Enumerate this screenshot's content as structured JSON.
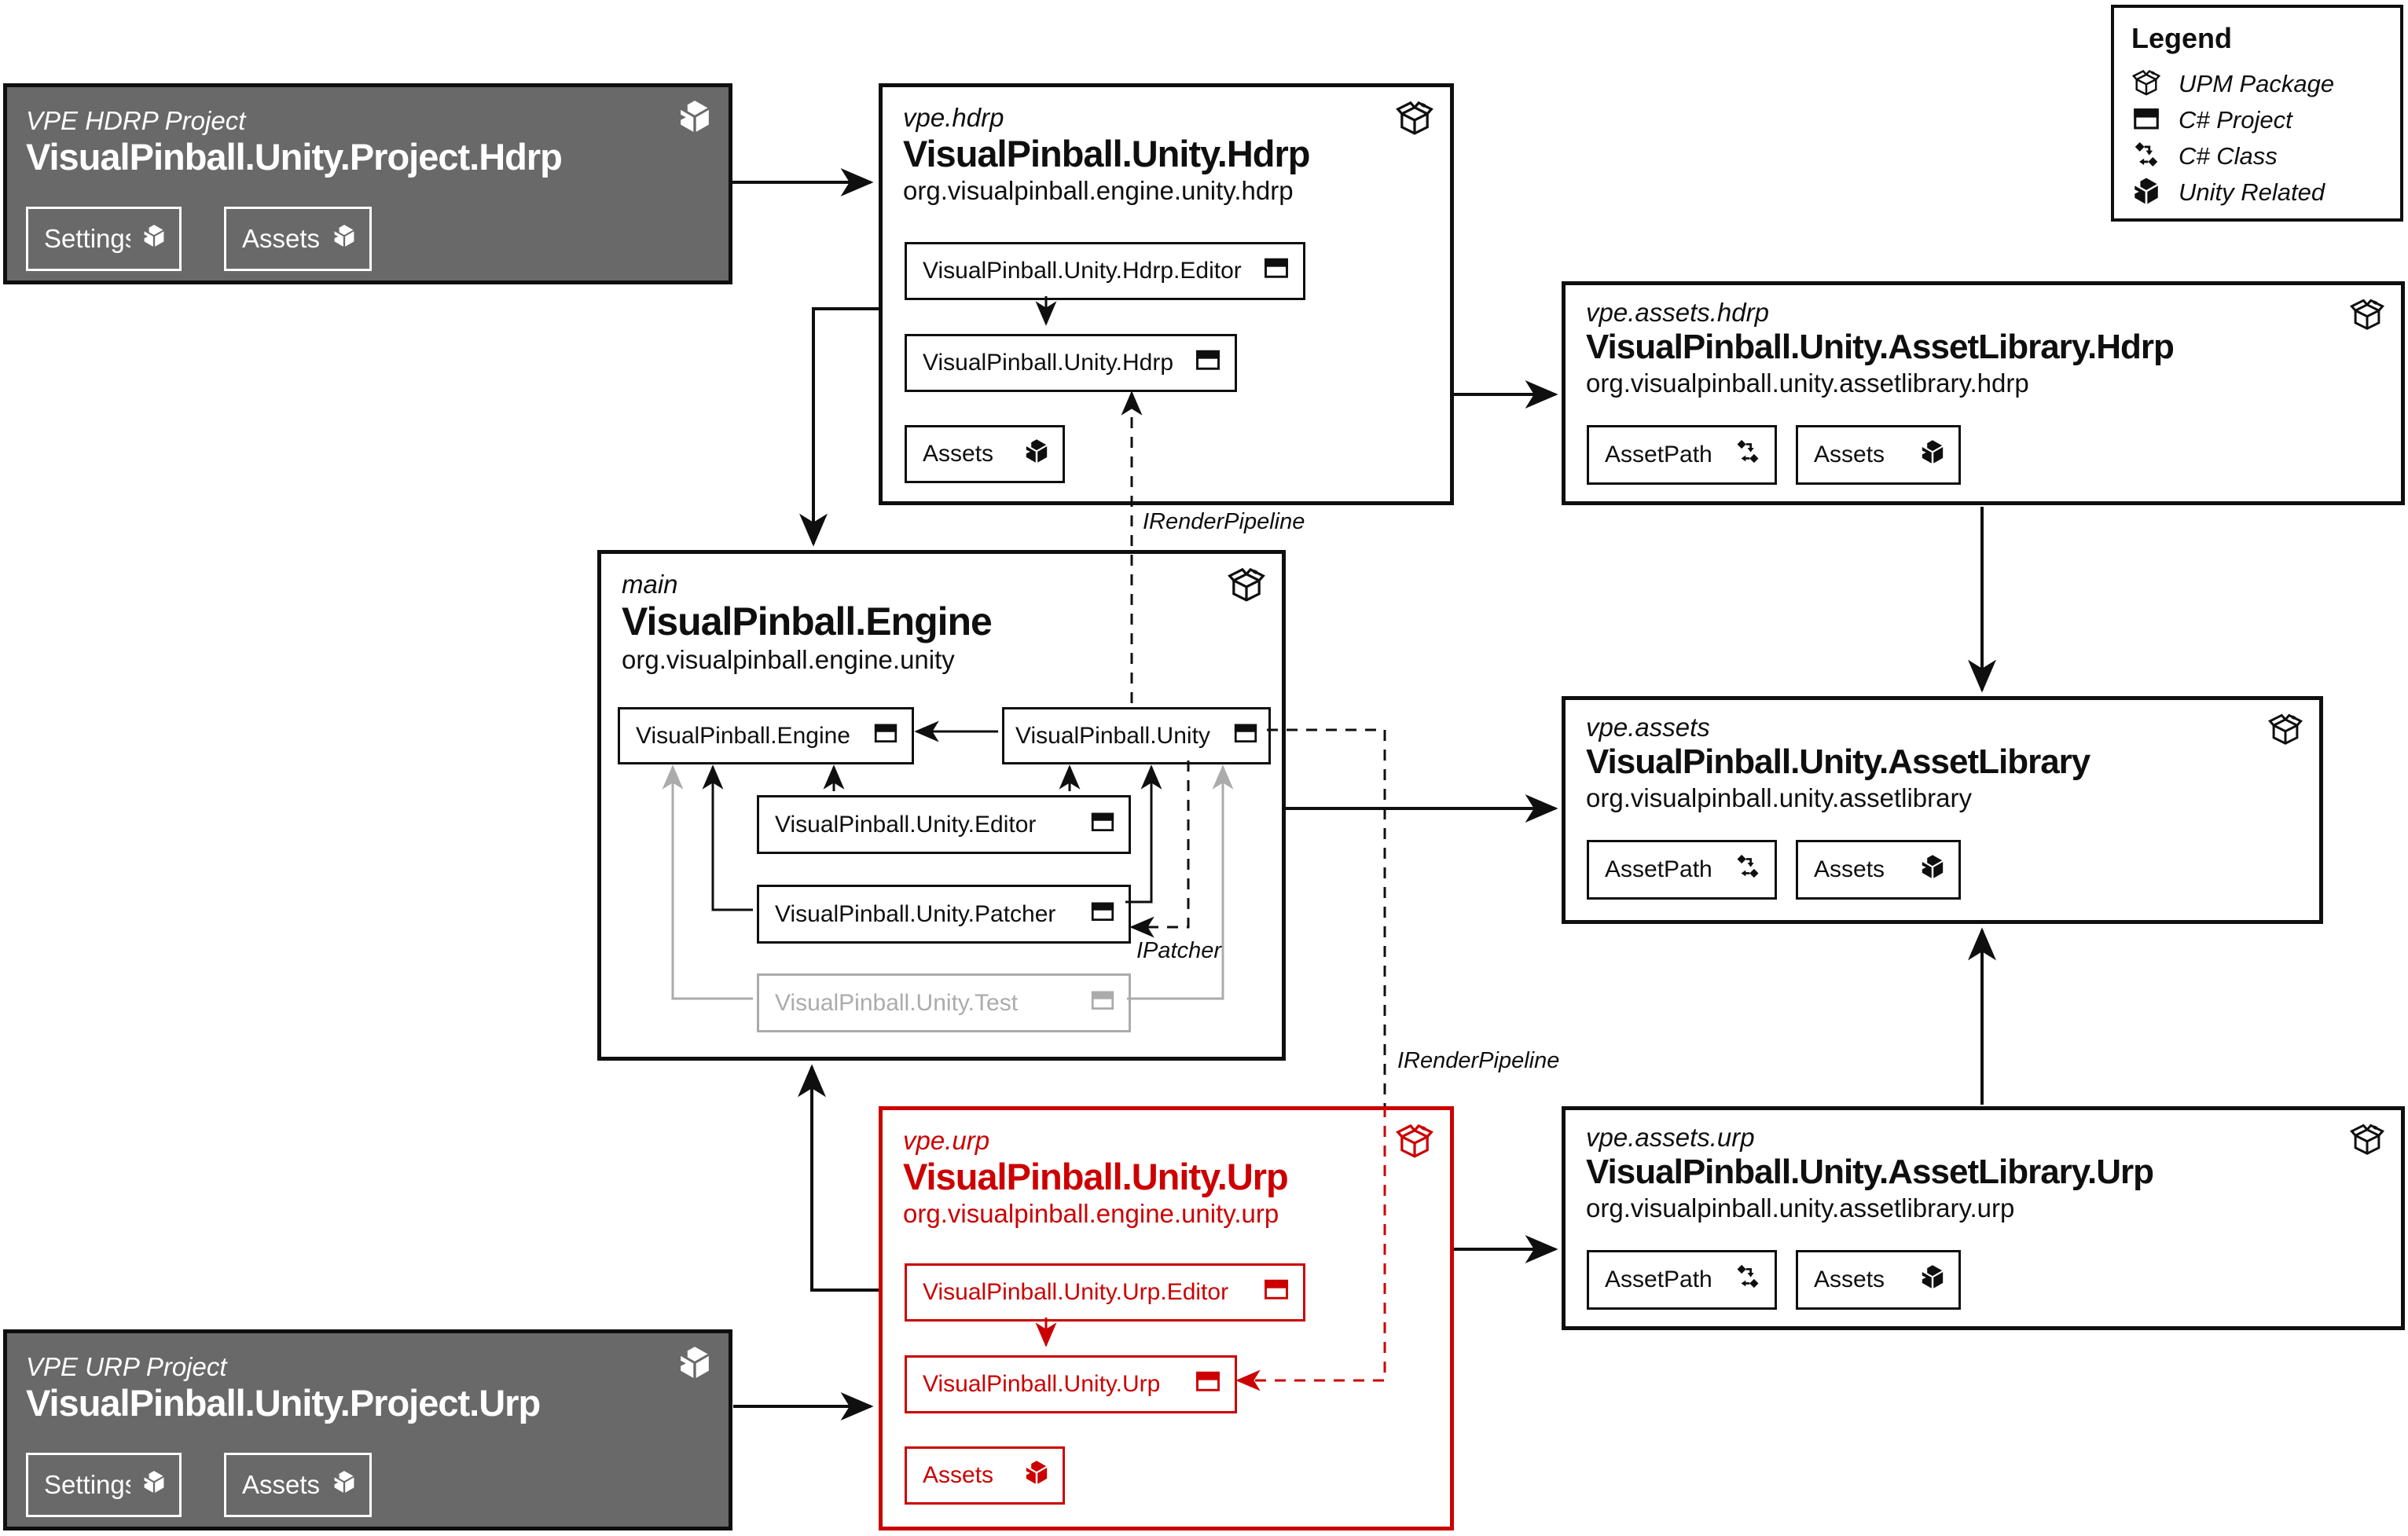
{
  "colors": {
    "accent_red": "#cc0000",
    "project_gray": "#696969",
    "muted_gray": "#ababab",
    "line_black": "#0f0f0f"
  },
  "legend": {
    "title": "Legend",
    "items": [
      {
        "icon": "upm-package-icon",
        "label": "UPM Package"
      },
      {
        "icon": "csharp-project-icon",
        "label": "C# Project"
      },
      {
        "icon": "csharp-class-icon",
        "label": "C# Class"
      },
      {
        "icon": "unity-icon",
        "label": "Unity Related"
      }
    ]
  },
  "packages": {
    "hdrp_project": {
      "eyebrow": "VPE HDRP Project",
      "title": "VisualPinball.Unity.Project.Hdrp",
      "items": [
        {
          "label": "Settings",
          "icon": "unity-icon"
        },
        {
          "label": "Assets",
          "icon": "unity-icon"
        }
      ]
    },
    "vpe_hdrp": {
      "eyebrow": "vpe.hdrp",
      "title": "VisualPinball.Unity.Hdrp",
      "org": "org.visualpinball.engine.unity.hdrp",
      "items": [
        {
          "label": "VisualPinball.Unity.Hdrp.Editor",
          "icon": "csharp-project-icon"
        },
        {
          "label": "VisualPinball.Unity.Hdrp",
          "icon": "csharp-project-icon"
        },
        {
          "label": "Assets",
          "icon": "unity-icon"
        }
      ]
    },
    "vpe_assets_hdrp": {
      "eyebrow": "vpe.assets.hdrp",
      "title": "VisualPinball.Unity.AssetLibrary.Hdrp",
      "org": "org.visualpinball.unity.assetlibrary.hdrp",
      "items": [
        {
          "label": "AssetPath",
          "icon": "csharp-class-icon"
        },
        {
          "label": "Assets",
          "icon": "unity-icon"
        }
      ]
    },
    "main": {
      "eyebrow": "main",
      "title": "VisualPinball.Engine",
      "org": "org.visualpinball.engine.unity",
      "items": [
        {
          "label": "VisualPinball.Engine",
          "icon": "csharp-project-icon"
        },
        {
          "label": "VisualPinball.Unity",
          "icon": "csharp-project-icon"
        },
        {
          "label": "VisualPinball.Unity.Editor",
          "icon": "csharp-project-icon"
        },
        {
          "label": "VisualPinball.Unity.Patcher",
          "icon": "csharp-project-icon"
        },
        {
          "label": "VisualPinball.Unity.Test",
          "icon": "csharp-project-icon"
        }
      ]
    },
    "vpe_assets": {
      "eyebrow": "vpe.assets",
      "title": "VisualPinball.Unity.AssetLibrary",
      "org": "org.visualpinball.unity.assetlibrary",
      "items": [
        {
          "label": "AssetPath",
          "icon": "csharp-class-icon"
        },
        {
          "label": "Assets",
          "icon": "unity-icon"
        }
      ]
    },
    "vpe_urp": {
      "eyebrow": "vpe.urp",
      "title": "VisualPinball.Unity.Urp",
      "org": "org.visualpinball.engine.unity.urp",
      "items": [
        {
          "label": "VisualPinball.Unity.Urp.Editor",
          "icon": "csharp-project-icon"
        },
        {
          "label": "VisualPinball.Unity.Urp",
          "icon": "csharp-project-icon"
        },
        {
          "label": "Assets",
          "icon": "unity-icon"
        }
      ]
    },
    "vpe_assets_urp": {
      "eyebrow": "vpe.assets.urp",
      "title": "VisualPinball.Unity.AssetLibrary.Urp",
      "org": "org.visualpinball.unity.assetlibrary.urp",
      "items": [
        {
          "label": "AssetPath",
          "icon": "csharp-class-icon"
        },
        {
          "label": "Assets",
          "icon": "unity-icon"
        }
      ]
    },
    "urp_project": {
      "eyebrow": "VPE URP Project",
      "title": "VisualPinball.Unity.Project.Urp",
      "items": [
        {
          "label": "Settings",
          "icon": "unity-icon"
        },
        {
          "label": "Assets",
          "icon": "unity-icon"
        }
      ]
    }
  },
  "annotations": {
    "irenderpipeline_hdrp": "IRenderPipeline",
    "irenderpipeline_urp": "IRenderPipeline",
    "ipatcher": "IPatcher"
  }
}
